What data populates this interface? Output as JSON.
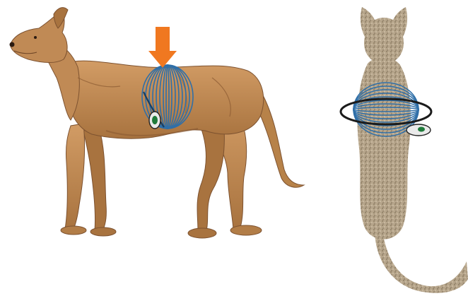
{
  "figure": {
    "panels": [
      {
        "subject": "dog",
        "view": "side"
      },
      {
        "subject": "cat",
        "view": "top"
      }
    ],
    "indicator": {
      "shape": "arrow",
      "direction": "down"
    },
    "colors": {
      "background": "#ffffff",
      "dog_fur": "#c08a55",
      "dog_shadow": "#8a5a32",
      "cat_fur": "#b6a58b",
      "cat_shadow": "#8f7e65",
      "coil": "#2f6fa8",
      "coil_dark": "#173e63",
      "arrow": "#f07820",
      "device_body": "#eaeaea",
      "device_screen": "#1f7a3a"
    }
  }
}
